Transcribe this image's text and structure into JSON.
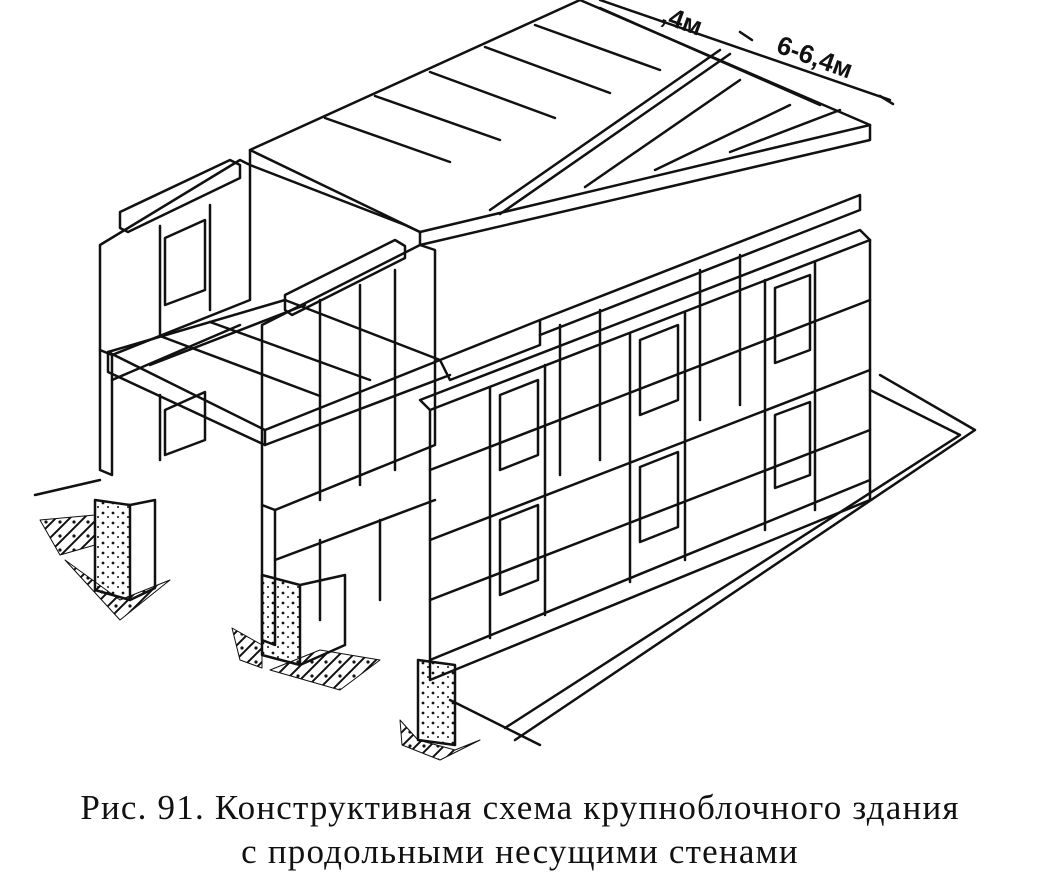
{
  "figure": {
    "dimension_label_partial": ",4м",
    "dimension_label_span": "6-6,4м"
  },
  "caption": {
    "line1": "Рис. 91. Конструктивная схема крупноблочного здания",
    "line2": "с продольными несущими стенами"
  }
}
